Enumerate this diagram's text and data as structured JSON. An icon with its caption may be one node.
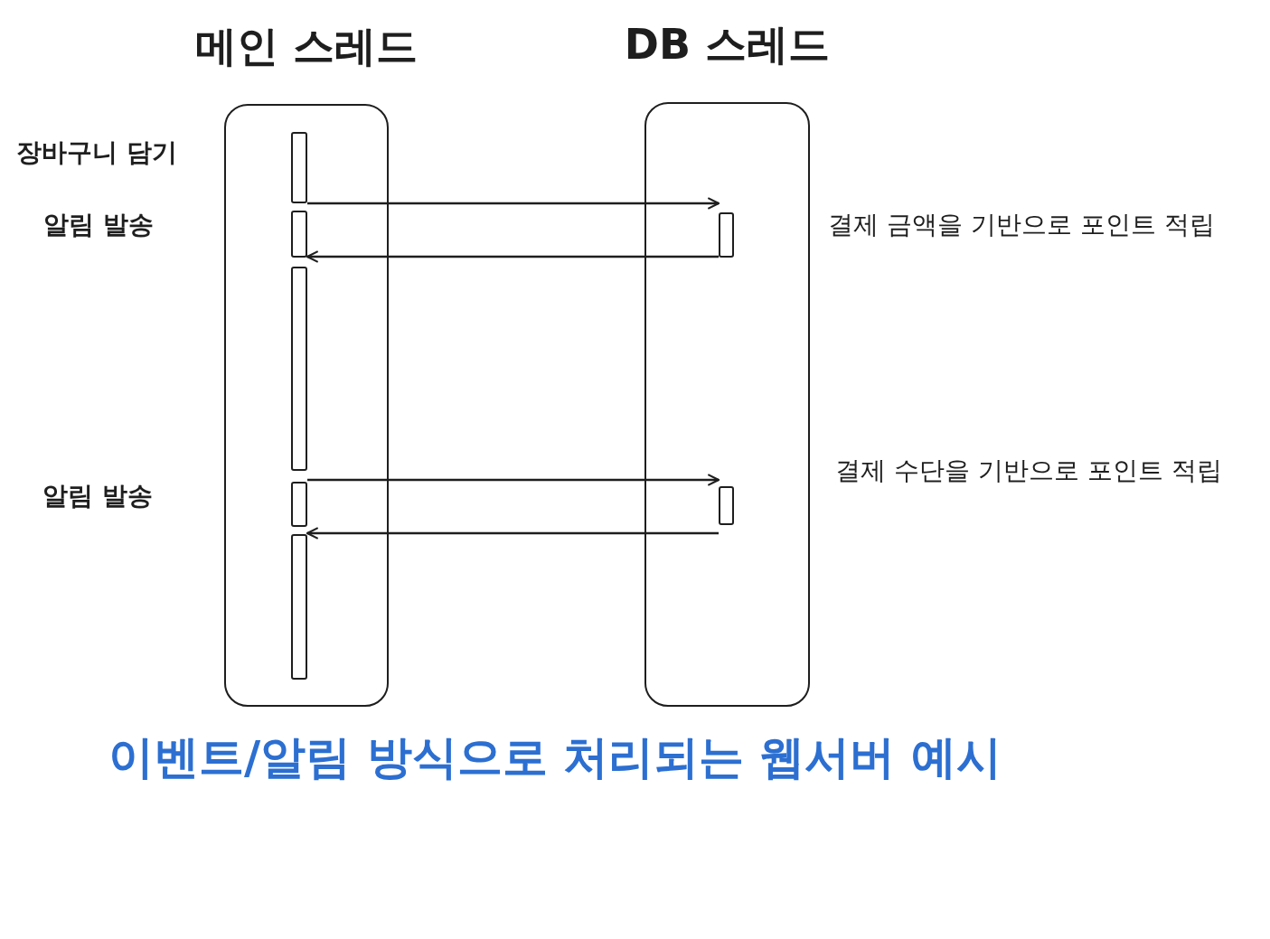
{
  "diagram": {
    "caption": "이벤트/알림 방식으로 처리되는 웹서버 예시",
    "nodes": [
      {
        "text": [
          "메인 스레드"
        ]
      },
      {
        "text": [
          "DB 스레드"
        ]
      },
      {
        "text": [],
        "shape": "bar",
        "in": 0
      },
      {
        "text": [],
        "shape": "bar",
        "in": 0
      },
      {
        "text": [],
        "shape": "bar",
        "in": 0
      },
      {
        "text": [],
        "shape": "bar",
        "in": 0
      },
      {
        "text": [],
        "shape": "bar",
        "in": 0
      },
      {
        "text": [],
        "shape": "bar",
        "in": 1
      },
      {
        "text": [],
        "shape": "bar",
        "in": 1
      }
    ],
    "edges": [
      {
        "from": 2,
        "to": 7,
        "arrow": "to"
      },
      {
        "from": 7,
        "to": 3,
        "arrow": "to"
      },
      {
        "from": 5,
        "to": 8,
        "arrow": "to"
      },
      {
        "from": 8,
        "to": 6,
        "arrow": "to"
      }
    ],
    "labels": [
      "장바구니 담기",
      "알림 발송",
      "결제 금액을 기반으로 포인트 적립",
      "알림 발송",
      "결제 수단을 기반으로 포인트 적립"
    ]
  }
}
